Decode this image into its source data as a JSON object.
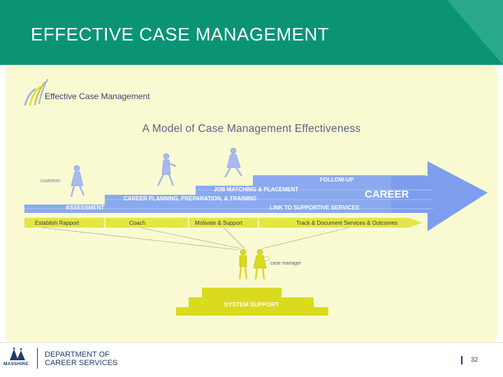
{
  "slide": {
    "title": "EFFECTIVE CASE MANAGEMENT",
    "page_number": "32"
  },
  "figure": {
    "logo_label": "Effective Case Management",
    "model_title": "A Model of Case Management Effectiveness",
    "customer_label": "customer",
    "case_manager_label": "case manager",
    "career_label": "CAREER",
    "stages": [
      "FOLLOW-UP",
      "JOB MATCHING & PLACEMENT",
      "CAREER PLANNING, PREPARATION, & TRAINING",
      "ASSESSMENT",
      "LINK TO SUPPORTIVE SERVICES"
    ],
    "activities": [
      "Establish Rapport",
      "Coach",
      "Motivate & Support",
      "Track & Document Services & Outcomes"
    ],
    "system_support": "SYSTEM SUPPORT"
  },
  "footer": {
    "brand": "MASSHIRE",
    "dept_line1": "DEPARTMENT OF",
    "dept_line2": "CAREER SERVICES"
  },
  "colors": {
    "header": "#0a9474",
    "panel": "#fafad2",
    "arrow_blue": "#8aa9ee",
    "activity_yellow": "#e4e645",
    "figure_blue": "#a7b9ef",
    "support_yellow": "#dada1f"
  }
}
